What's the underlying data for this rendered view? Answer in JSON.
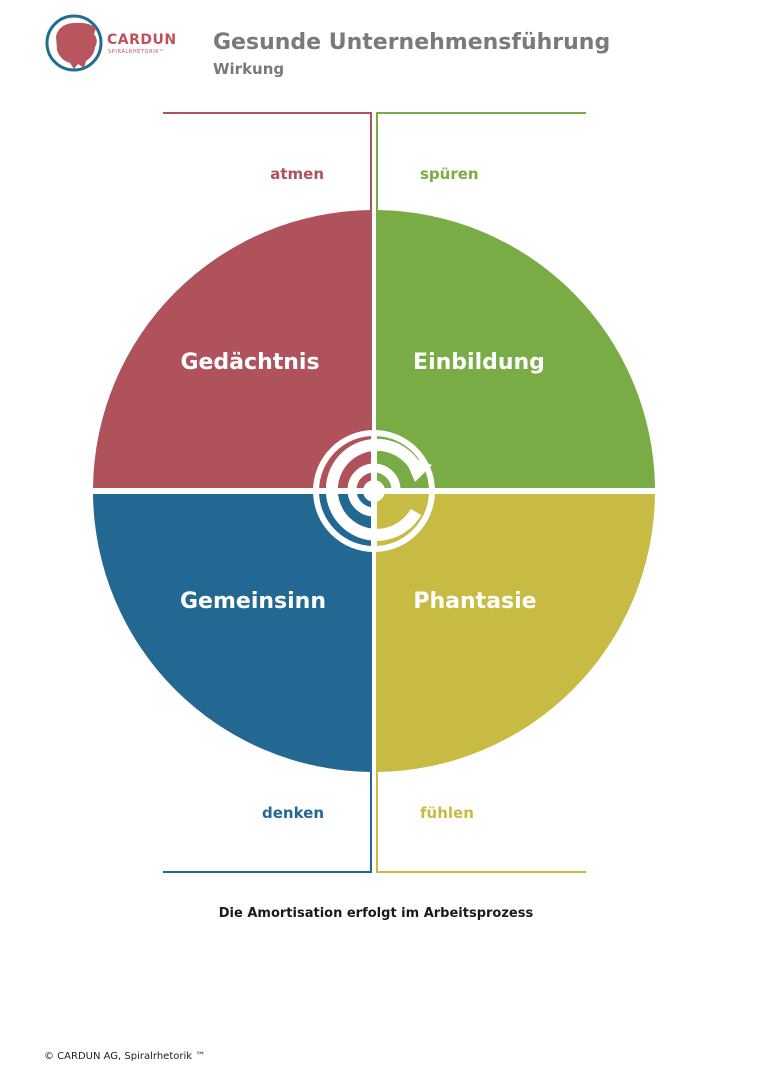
{
  "header": {
    "logo_text": "CARDUN",
    "logo_subtext": "SPIRALRHETORIK™",
    "title": "Gesunde Unternehmensführung",
    "subtitle": "Wirkung"
  },
  "quadrants": {
    "top_left": {
      "label": "Gedächtnis",
      "verb": "atmen",
      "color": "#b0525c"
    },
    "top_right": {
      "label": "Einbildung",
      "verb": "spüren",
      "color": "#7aac45"
    },
    "bottom_left": {
      "label": "Gemeinsinn",
      "verb": "denken",
      "color": "#226893"
    },
    "bottom_right": {
      "label": "Phantasie",
      "verb": "fühlen",
      "color": "#c8bb43"
    }
  },
  "caption": "Die Amortisation erfolgt im Arbeitsprozess",
  "footer": "© CARDUN AG, Spiralrhetorik ™"
}
